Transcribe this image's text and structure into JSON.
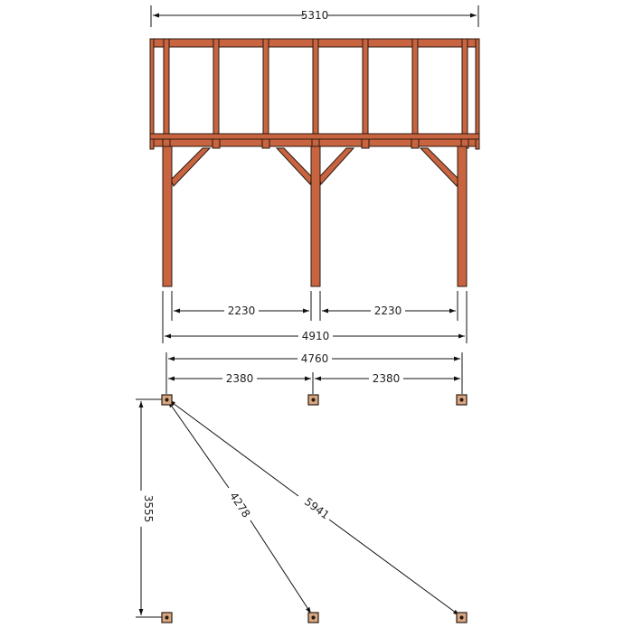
{
  "colors": {
    "timber": "#c8643f",
    "timber_stroke": "#2a1a12",
    "dimension_line": "#111111",
    "footing": "#d9a882",
    "background": "#ffffff"
  },
  "elevation": {
    "overall_width": "5310",
    "span_left": "2230",
    "span_right": "2230",
    "post_outer_width": "4910"
  },
  "plan": {
    "post_centers_total": "4760",
    "span_left": "2380",
    "span_right": "2380",
    "depth": "3555",
    "diagonal_short": "4278",
    "diagonal_long": "5941"
  }
}
